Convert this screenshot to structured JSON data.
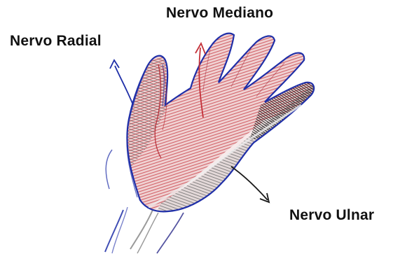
{
  "labels": {
    "radial": "Nervo Radial",
    "mediano": "Nervo Mediano",
    "ulnar": "Nervo Ulnar"
  },
  "colors": {
    "radial_ink": "#1f2fa8",
    "mediano_ink": "#c4323a",
    "ulnar_ink": "#2a2a2a",
    "label_text": "#111111"
  },
  "icons": {
    "hand": "hand-drawing-icon"
  }
}
